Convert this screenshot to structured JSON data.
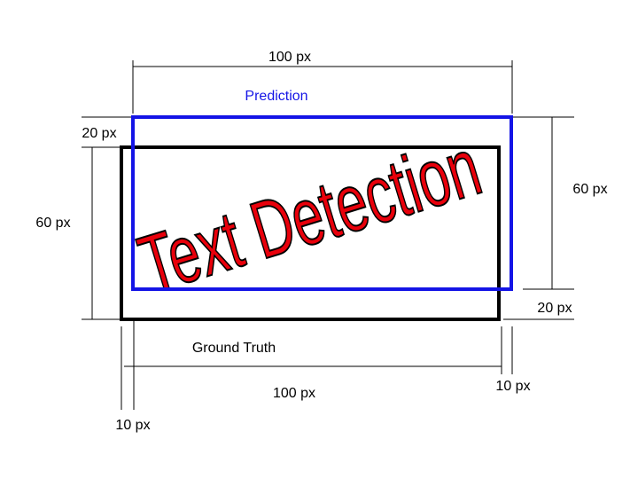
{
  "labels": {
    "top_width": "100 px",
    "prediction": "Prediction",
    "top_offset_left": "20 px",
    "left_height": "60 px",
    "right_height": "60 px",
    "bottom_offset_right": "20 px",
    "ground_truth": "Ground Truth",
    "bottom_width": "100 px",
    "right_offset": "10 px",
    "left_offset": "10 px"
  },
  "wordart_text": "Text Detection",
  "colors": {
    "prediction_box": "#1414e6",
    "ground_truth_box": "#000000",
    "wordart_fill": "#e8000b"
  }
}
